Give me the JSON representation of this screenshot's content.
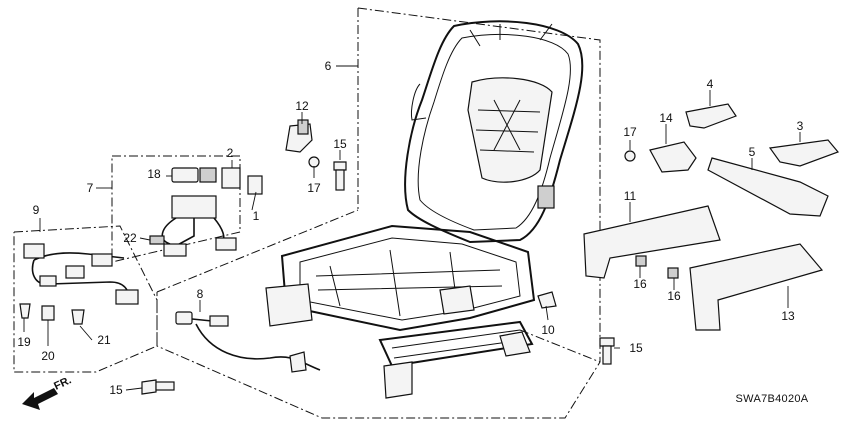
{
  "diagram": {
    "code": "SWA7B4020A",
    "direction_label": "FR.",
    "callouts": {
      "c1": "1",
      "c2": "2",
      "c3": "3",
      "c4": "4",
      "c5": "5",
      "c6": "6",
      "c7": "7",
      "c8": "8",
      "c9": "9",
      "c10": "10",
      "c11": "11",
      "c12": "12",
      "c13": "13",
      "c14": "14",
      "c15a": "15",
      "c15b": "15",
      "c15c": "15",
      "c16a": "16",
      "c16b": "16",
      "c17a": "17",
      "c17b": "17",
      "c18": "18",
      "c19": "19",
      "c20": "20",
      "c21": "21",
      "c22": "22"
    }
  }
}
